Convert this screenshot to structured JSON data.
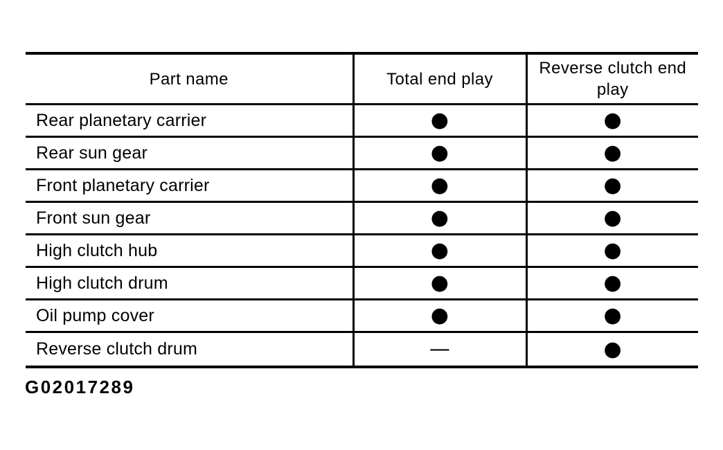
{
  "colors": {
    "ink": "#000000",
    "background": "#ffffff"
  },
  "table": {
    "columns": [
      {
        "label": "Part name"
      },
      {
        "label": "Total end play"
      },
      {
        "label": "Reverse clutch end play"
      }
    ],
    "markers": {
      "applicable": "●",
      "not_applicable": "—"
    },
    "rows": [
      {
        "name": "Rear planetary carrier",
        "total_end_play": "●",
        "reverse_clutch_end_play": "●"
      },
      {
        "name": "Rear sun gear",
        "total_end_play": "●",
        "reverse_clutch_end_play": "●"
      },
      {
        "name": "Front planetary carrier",
        "total_end_play": "●",
        "reverse_clutch_end_play": "●"
      },
      {
        "name": "Front sun gear",
        "total_end_play": "●",
        "reverse_clutch_end_play": "●"
      },
      {
        "name": "High clutch hub",
        "total_end_play": "●",
        "reverse_clutch_end_play": "●"
      },
      {
        "name": "High clutch drum",
        "total_end_play": "●",
        "reverse_clutch_end_play": "●"
      },
      {
        "name": "Oil pump cover",
        "total_end_play": "●",
        "reverse_clutch_end_play": "●"
      },
      {
        "name": "Reverse clutch drum",
        "total_end_play": "—",
        "reverse_clutch_end_play": "●"
      }
    ]
  },
  "caption": {
    "figure_id": "G02017289"
  }
}
